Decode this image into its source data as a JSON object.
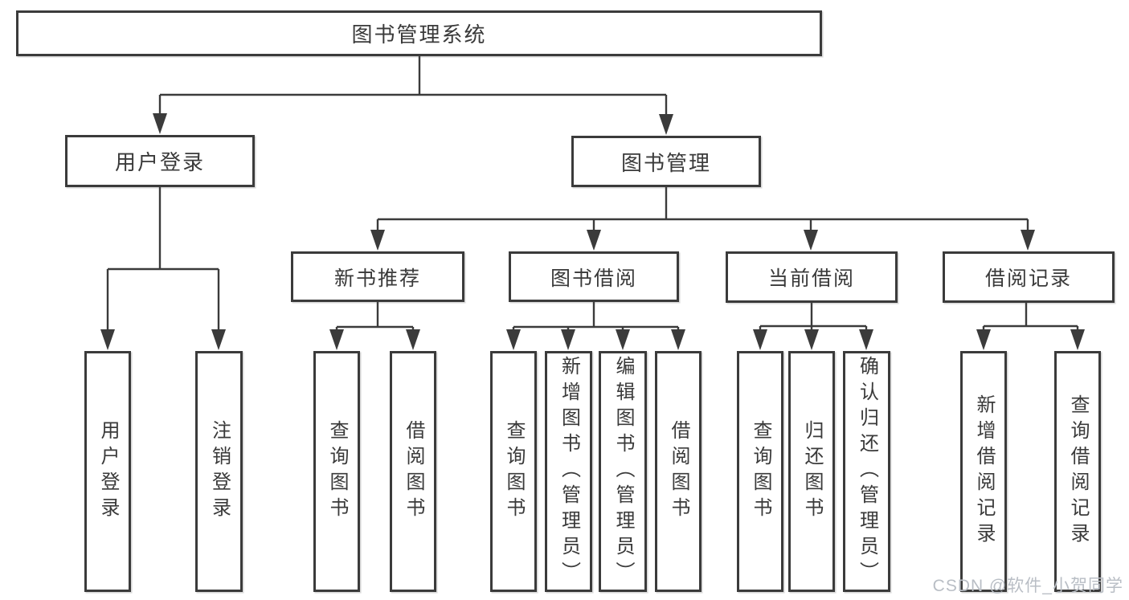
{
  "diagram": {
    "root": {
      "label": "图书管理系统"
    },
    "branches": [
      {
        "label": "用户登录",
        "children": [
          {
            "label": "用户登录"
          },
          {
            "label": "注销登录"
          }
        ]
      },
      {
        "label": "图书管理",
        "children": [
          {
            "label": "新书推荐",
            "children": [
              {
                "label": "查询图书"
              },
              {
                "label": "借阅图书"
              }
            ]
          },
          {
            "label": "图书借阅",
            "children": [
              {
                "label": "查询图书"
              },
              {
                "label": "新增图书（管理员）"
              },
              {
                "label": "编辑图书（管理员）"
              },
              {
                "label": "借阅图书"
              }
            ]
          },
          {
            "label": "当前借阅",
            "children": [
              {
                "label": "查询图书"
              },
              {
                "label": "归还图书"
              },
              {
                "label": "确认归还（管理员）"
              }
            ]
          },
          {
            "label": "借阅记录",
            "children": [
              {
                "label": "新增借阅记录"
              },
              {
                "label": "查询借阅记录"
              }
            ]
          }
        ]
      }
    ]
  },
  "watermark": {
    "text": "CSDN @软件_小贺同学"
  },
  "colors": {
    "line": "#3b3b3b",
    "text": "#3a3a3a",
    "background": "#ffffff",
    "watermark": "#b9bec5"
  }
}
